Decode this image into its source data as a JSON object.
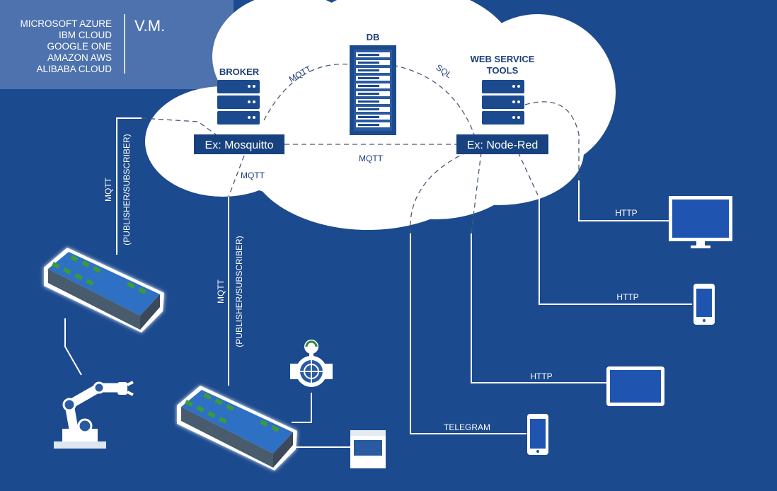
{
  "providers": [
    "MICROSOFT AZURE",
    "IBM CLOUD",
    "GOOGLE ONE",
    "AMAZON AWS",
    "ALIBABA CLOUD"
  ],
  "vm_label": "V.M.",
  "nodes": {
    "broker_title": "BROKER",
    "db_title": "DB",
    "web_title_line1": "WEB SERVICE",
    "web_title_line2": "TOOLS",
    "broker_example": "Ex: Mosquitto",
    "web_example": "Ex: Node-Red"
  },
  "links": {
    "mqtt_broker_db": "MQTT",
    "sql_db_web": "SQL",
    "mqtt_broker_web": "MQTT",
    "mqtt_broker_down": "MQTT",
    "mqtt_left_vertical": "MQTT",
    "pubsub_left_vertical": "(PUBLISHER/SUBSCRIBER)",
    "mqtt_mid_vertical": "MQTT",
    "pubsub_mid_vertical": "(PUBLISHER/SUBSCRIBER)",
    "http_monitor": "HTTP",
    "http_phone": "HTTP",
    "http_tablet": "HTTP",
    "telegram": "TELEGRAM"
  },
  "colors": {
    "background": "#1c4a8e",
    "header_band": "#4d72ad",
    "cloud": "#ffffff",
    "server": "#1c4a8e",
    "node_label_bg": "#17427f",
    "line": "#ffffff",
    "dashed_line": "#4a5a72",
    "device_green": "#3a9a3c",
    "device_blue": "#2d6fc4"
  }
}
